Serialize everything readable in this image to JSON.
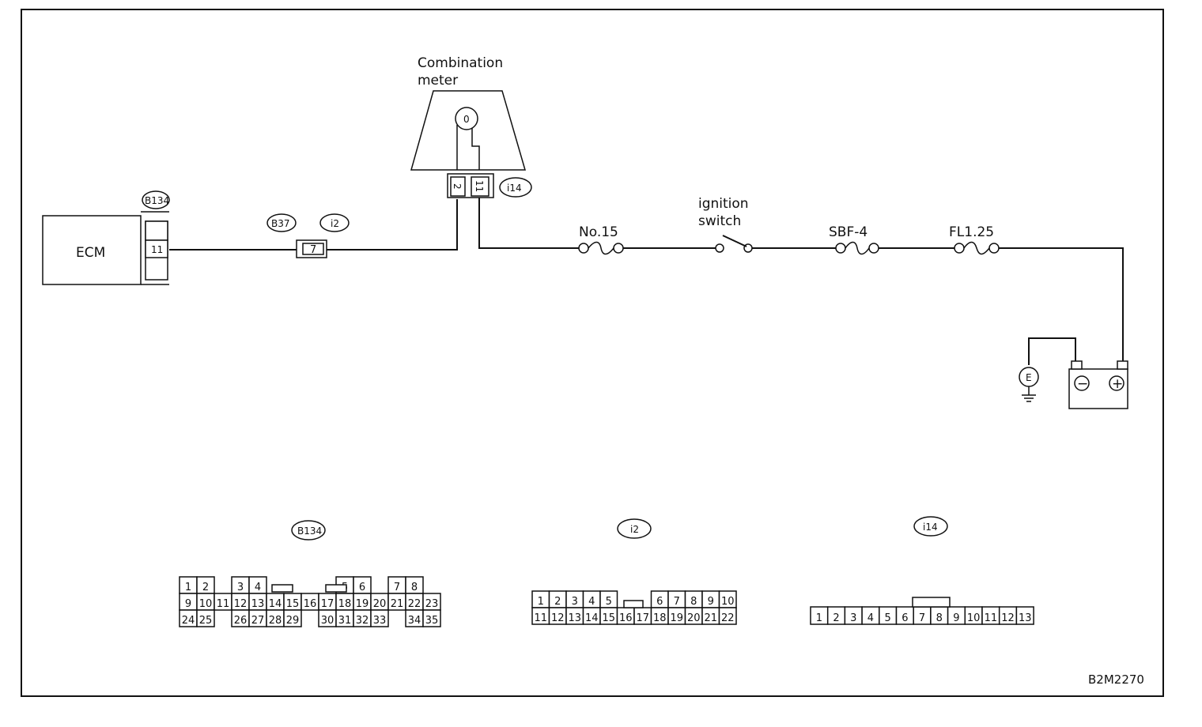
{
  "components": {
    "ecm": "ECM",
    "combination_meter": [
      "Combination",
      "meter"
    ],
    "ignition_switch": [
      "ignition",
      "switch"
    ],
    "fuse_no15": "No.15",
    "sbf": "SBF-4",
    "fl": "FL1.25"
  },
  "connector_tags": {
    "b134": "B134",
    "b37": "B37",
    "i2": "i2",
    "i14": "i14"
  },
  "pins": {
    "ecm_pin": "11",
    "b37_pin": "7",
    "meter_pin_a": "2",
    "meter_pin_b": "11"
  },
  "symbols": {
    "meter_gauge": "0",
    "ground": "E",
    "battery_neg": "−",
    "battery_pos": "+"
  },
  "connector_layouts": {
    "b134": [
      [
        "1",
        "2",
        "",
        "3",
        "4",
        "",
        "",
        "",
        "",
        "5",
        "6",
        "",
        "7",
        "8"
      ],
      [
        "9",
        "10",
        "11",
        "12",
        "13",
        "14",
        "15",
        "16",
        "17",
        "18",
        "19",
        "20",
        "21",
        "22",
        "23"
      ],
      [
        "24",
        "25",
        "",
        "26",
        "27",
        "28",
        "29",
        "",
        "30",
        "31",
        "32",
        "33",
        "",
        "34",
        "35"
      ]
    ],
    "i2": [
      [
        "1",
        "2",
        "3",
        "4",
        "5",
        "",
        "",
        "6",
        "7",
        "8",
        "9",
        "10"
      ],
      [
        "11",
        "12",
        "13",
        "14",
        "15",
        "16",
        "17",
        "18",
        "19",
        "20",
        "21",
        "22"
      ]
    ],
    "i14": [
      [
        "1",
        "2",
        "3",
        "4",
        "5",
        "6",
        "7",
        "8",
        "9",
        "10",
        "11",
        "12",
        "13"
      ]
    ]
  },
  "figure_code": "B2M2270"
}
